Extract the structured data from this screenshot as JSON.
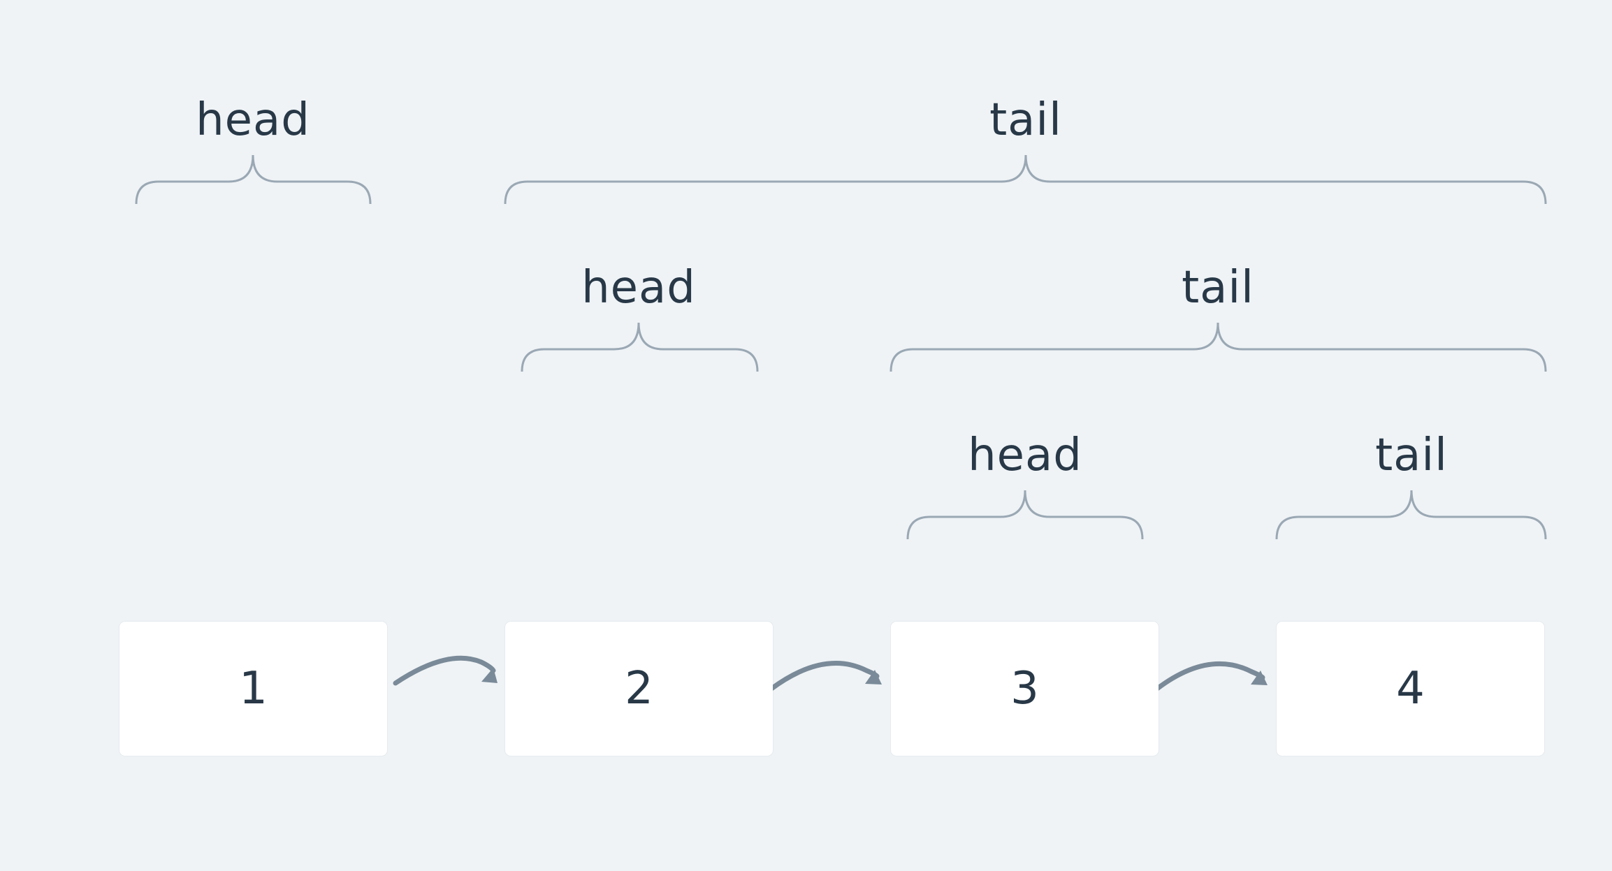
{
  "levels": [
    {
      "head_label": "head",
      "tail_label": "tail"
    },
    {
      "head_label": "head",
      "tail_label": "tail"
    },
    {
      "head_label": "head",
      "tail_label": "tail"
    }
  ],
  "nodes": [
    "1",
    "2",
    "3",
    "4"
  ],
  "colors": {
    "background": "#eff3f6",
    "node_fill": "#ffffff",
    "text": "#283847",
    "brace": "#9aa8b4",
    "arrow": "#7a8a98"
  }
}
